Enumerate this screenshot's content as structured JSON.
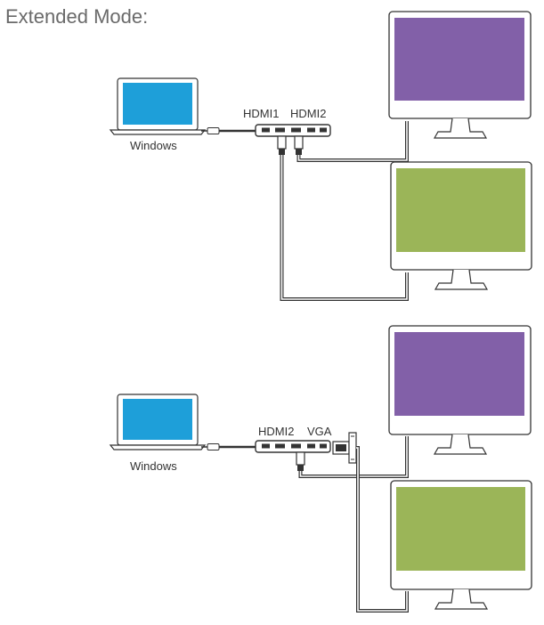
{
  "title": "Extended Mode:",
  "colors": {
    "laptop_screen": "#1e9fd9",
    "monitor_purple": "#8260a8",
    "monitor_green": "#9bb558",
    "outline": "#333333"
  },
  "diagram_top": {
    "laptop_label": "Windows",
    "port_labels": [
      "HDMI1",
      "HDMI2"
    ],
    "monitors": [
      {
        "name": "monitor-1",
        "screen_color": "purple-screen"
      },
      {
        "name": "monitor-2",
        "screen_color": "green-screen"
      }
    ]
  },
  "diagram_bottom": {
    "laptop_label": "Windows",
    "port_labels": [
      "HDMI2",
      "VGA"
    ],
    "monitors": [
      {
        "name": "monitor-1",
        "screen_color": "purple-screen"
      },
      {
        "name": "monitor-2",
        "screen_color": "green-screen"
      }
    ]
  }
}
